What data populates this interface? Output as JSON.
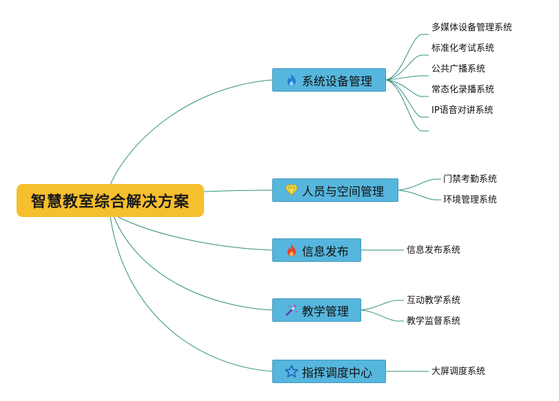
{
  "root": {
    "label": "智慧教室综合解决方案",
    "color": "#f6bf2e"
  },
  "colors": {
    "branch_fill": "#56b6dd",
    "edge": "#2f8f7f"
  },
  "branches": [
    {
      "label": "系统设备管理",
      "icon": "fire-icon",
      "children": [
        "多媒体设备管理系统",
        "标准化考试系统",
        "公共广播系统",
        "常态化录播系统",
        "IP语音对讲系统"
      ]
    },
    {
      "label": "人员与空间管理",
      "icon": "gem-icon",
      "children": [
        "门禁考勤系统",
        "环境管理系统"
      ]
    },
    {
      "label": "信息发布",
      "icon": "fire-icon",
      "children": [
        "信息发布系统"
      ]
    },
    {
      "label": "教学管理",
      "icon": "magic-wand-icon",
      "children": [
        "互动教学系统",
        "教学监督系统"
      ]
    },
    {
      "label": "指挥调度中心",
      "icon": "star-icon",
      "children": [
        "大屏调度系统"
      ]
    }
  ]
}
